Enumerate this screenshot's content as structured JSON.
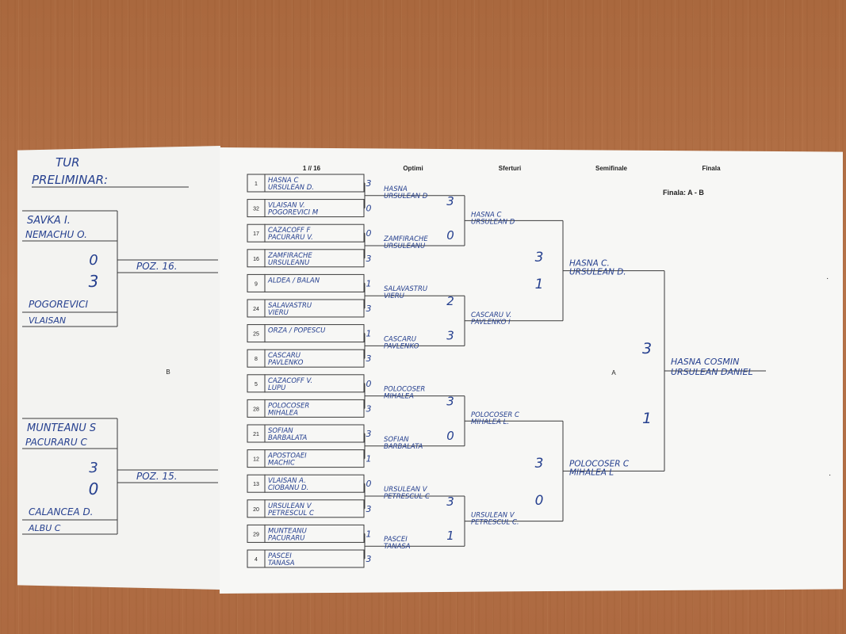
{
  "sheet_left": {
    "title_line1": "TUR",
    "title_line2": "PRELIMINAR:",
    "letter": "B",
    "group1": {
      "p1": "SAVKA I.",
      "p2": "NEMACHU O.",
      "score1": "0",
      "score2": "3",
      "p3": "POGOREVICI",
      "p4": "VLAISAN",
      "result": "POZ. 16."
    },
    "group2": {
      "p1": "MUNTEANU S",
      "p2": "PACURARU C",
      "score1": "3",
      "score2": "0",
      "p3": "CALANCEA D.",
      "p4": "ALBU C",
      "result": "POZ. 15."
    }
  },
  "sheet_main": {
    "headers": [
      "1 // 16",
      "Optimi",
      "Sferturi",
      "Semifinale",
      "Finala"
    ],
    "finala_note": "Finala: A - B",
    "letter": "A",
    "seeds": [
      "1",
      "32",
      "17",
      "16",
      "9",
      "24",
      "25",
      "8",
      "5",
      "28",
      "21",
      "12",
      "13",
      "20",
      "29",
      "4"
    ],
    "r16_names": [
      "HASNA C\nURSULEAN D.",
      "VLAISAN V.\nPOGOREVICI M",
      "CAZACOFF F\nPACURARU V.",
      "ZAMFIRACHE\nURSULEANU",
      "ALDEA / BALAN",
      "SALAVASTRU\nVIERU",
      "ORZA / POPESCU",
      "CASCARU\nPAVLENKO",
      "CAZACOFF V.\nLUPU",
      "POLOCOSER\nMIHALEA",
      "SOFIAN\nBARBALATA",
      "APOSTOAEI\nMACHIC",
      "VLAISAN A.\nCIOBANU D.",
      "URSULEAN V\nPETRESCUL C",
      "MUNTEANU\nPACURARU",
      "PASCEI\nTANASA"
    ],
    "r16_scores": [
      "3",
      "0",
      "0",
      "3",
      "1",
      "3",
      "1",
      "3",
      "0",
      "3",
      "3",
      "1",
      "0",
      "3",
      "1",
      "3"
    ],
    "r8_names": [
      "HASNA\nURSULEAN D",
      "ZAMFIRACHE\nURSULEANU",
      "SALAVASTRU\nVIERU",
      "CASCARU\nPAVLENKO",
      "POLOCOSER\nMIHALEA",
      "SOFIAN\nBARBALATA",
      "URSULEAN V\nPETRESCUL C",
      "PASCEI\nTANASA"
    ],
    "r8_scores": [
      "3",
      "0",
      "2",
      "3",
      "3",
      "0",
      "3",
      "1"
    ],
    "qf_names": [
      "HASNA C\nURSULEAN D",
      "CASCARU V.\nPAVLENKO I",
      "POLOCOSER C\nMIHALEA L.",
      "URSULEAN V\nPETRESCUL C."
    ],
    "qf_scores": [
      "3",
      "1",
      "3",
      "0"
    ],
    "sf_names": [
      "HASNA C.\nURSULEAN D.",
      "POLOCOSER C\nMIHALEA L"
    ],
    "sf_scores": [
      "3",
      "1"
    ],
    "final_names": "HASNA COSMIN\nURSULEAN DANIEL"
  }
}
